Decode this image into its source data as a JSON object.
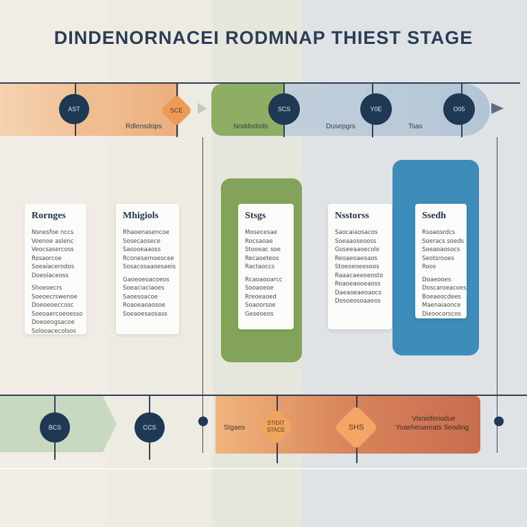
{
  "title": "DINDENORNACEI RODMNAP THIEST STAGE",
  "colors": {
    "navy": "#1f3854",
    "orange": "#e8a56a",
    "green": "#84a05a",
    "blue": "#3d8cba",
    "rust": "#cf7656"
  },
  "top_row": {
    "nodes": [
      "AST",
      "SCS",
      "Y0E",
      "O05"
    ],
    "diamond": "SCE",
    "labels": [
      "Rdlensdops",
      "Noddsdods",
      "Dusepgrs",
      "Tsas"
    ]
  },
  "cards": [
    {
      "title": "Rornges",
      "lines": [
        "Nsnesfoe nccs",
        "Voenoe aslenc",
        "Veocsasercoss",
        "Rosaorcoe",
        "Soeaiacerodos",
        "Doeoiaceoss",
        "Shoeoecrs",
        "Soeoecrswenoe",
        "Doeoeoeccosc",
        "Soeoaercoeoesso",
        "Doeoeogsacoe",
        "Solooacecolsos"
      ]
    },
    {
      "title": "Mhigiols",
      "lines": [
        "Rhaoenasencoe",
        "Sosecaosece",
        "Sasooeaaoss",
        "Rconesernoescee",
        "Sosacosaaoesaeis",
        "Gaoeoeoacoeos",
        "Soeaciaciaoes",
        "Saoesoacoe",
        "Roaoeaoaosoe",
        "Soeaoesaosass"
      ]
    },
    {
      "title": "Stsgs",
      "lines": [
        "Mosecesae",
        "Rocsaoae",
        "Stooeac soe",
        "Recaoeteos",
        "Ractaoccs",
        "Rcaoaooarcc",
        "Sooaoeoe",
        "Rreoeaoed",
        "Soaoorsoe",
        "Geseoeos"
      ]
    },
    {
      "title": "Nsstorss",
      "lines": [
        "Saocaiaosacos",
        "Soeaaoseooss",
        "Goseeaaoecole",
        "Reoaeoaeoaos",
        "Stoeoeoeesoos",
        "Raaacaeeoeosto",
        "Roaoeaooeaoss",
        "Daeaoeaeoaocs",
        "Dosoeosoaaeos"
      ]
    },
    {
      "title": "Ssedh",
      "lines": [
        "Rsoaosrdcs",
        "Soeracs soeds",
        "Soeaoaosocs",
        "Seotsrooes",
        "Roos",
        "Doaeooes",
        "Doscaroeacoes",
        "Boeaeocdees",
        "Maenaiaonce",
        "Dieoocorscos"
      ]
    }
  ],
  "bottom_row": {
    "nodes": [
      "BCS",
      "CCS"
    ],
    "label_left": "Stgaes",
    "diamond_a": "STIDIT STACE",
    "diamond_b": "SHS",
    "text_right_1": "Visnioferiodue",
    "text_right_2": "Yoaeheoareats Seoding"
  }
}
